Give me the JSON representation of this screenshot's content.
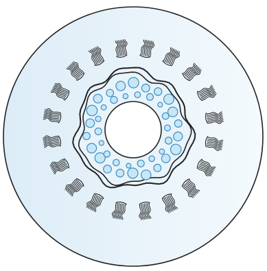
{
  "diagram": {
    "colors": {
      "background": "#ffffff",
      "disc_fill_light": "#f4fafd",
      "disc_fill_blue": "#dcecf7",
      "outline": "#222222",
      "vesicle_fill": "#c9e6f5",
      "vesicle_stroke": "#3a8fc7",
      "center_fill": "#ffffff"
    },
    "parts": {
      "outer_disc": "outer-disc",
      "inner_membrane": "inner-membrane",
      "center_hole": "center-hole",
      "vesicles": "vesicle-dots",
      "tufts": "radial-tufts"
    },
    "counts": {
      "tufts": 20,
      "vesicles": 40
    }
  }
}
